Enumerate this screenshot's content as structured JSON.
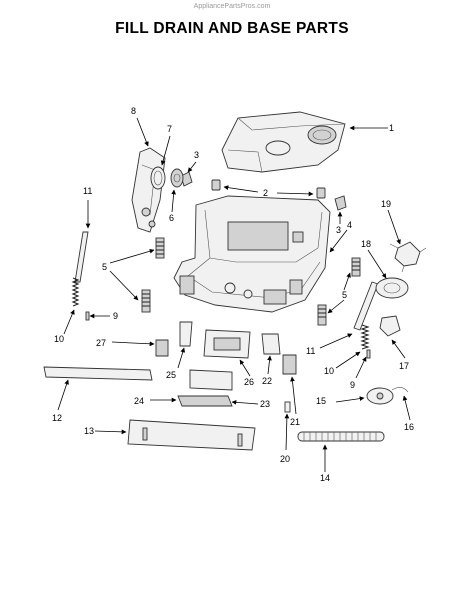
{
  "watermark": "AppliancePartsPros.com",
  "title": "FILL DRAIN AND BASE PARTS",
  "callouts": [
    "1",
    "2",
    "3",
    "4",
    "5",
    "6",
    "7",
    "8",
    "9",
    "10",
    "11",
    "12",
    "13",
    "14",
    "15",
    "16",
    "17",
    "18",
    "19",
    "20",
    "21",
    "22",
    "23",
    "24",
    "25",
    "26",
    "27"
  ]
}
